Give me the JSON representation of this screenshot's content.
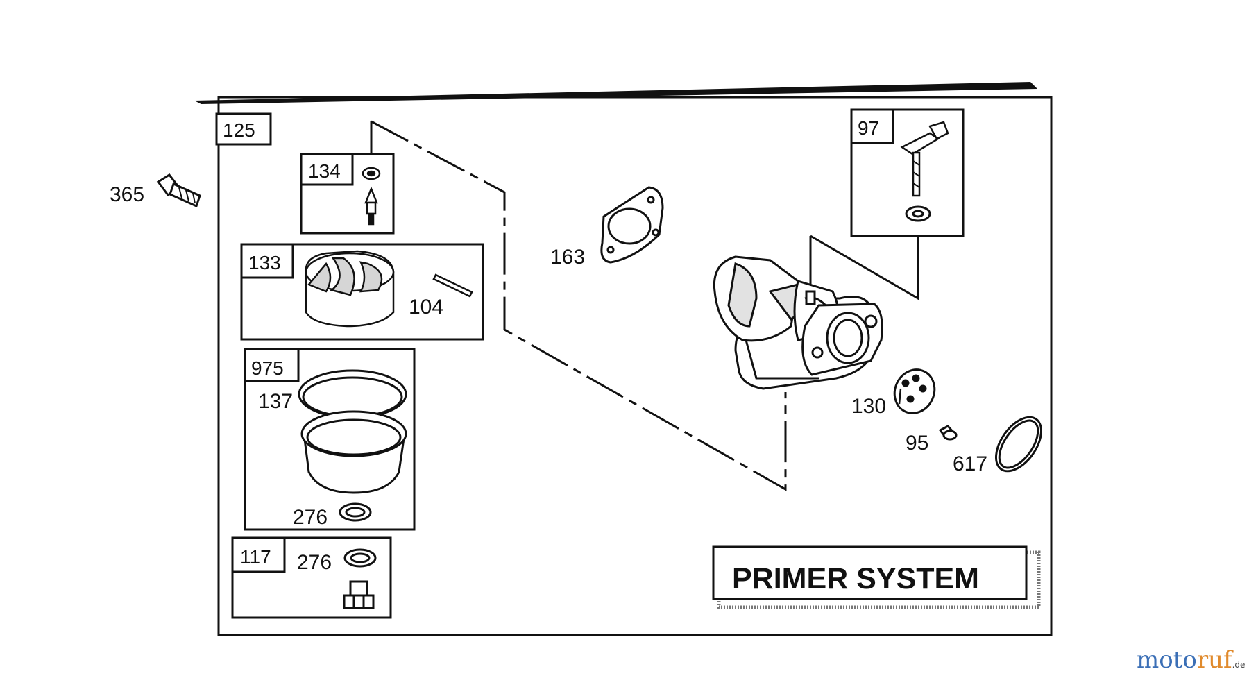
{
  "diagram": {
    "title": "PRIMER SYSTEM",
    "kit_boxes": [
      {
        "id": "125"
      },
      {
        "id": "134"
      },
      {
        "id": "133"
      },
      {
        "id": "975"
      },
      {
        "id": "117"
      },
      {
        "id": "97"
      }
    ],
    "part_labels": [
      {
        "id": "365"
      },
      {
        "id": "163"
      },
      {
        "id": "104"
      },
      {
        "id": "137"
      },
      {
        "id": "276"
      },
      {
        "id": "276"
      },
      {
        "id": "130"
      },
      {
        "id": "95"
      },
      {
        "id": "617"
      }
    ]
  },
  "watermark": {
    "part1": "moto",
    "part2": "ruf",
    "suffix": ".de"
  }
}
